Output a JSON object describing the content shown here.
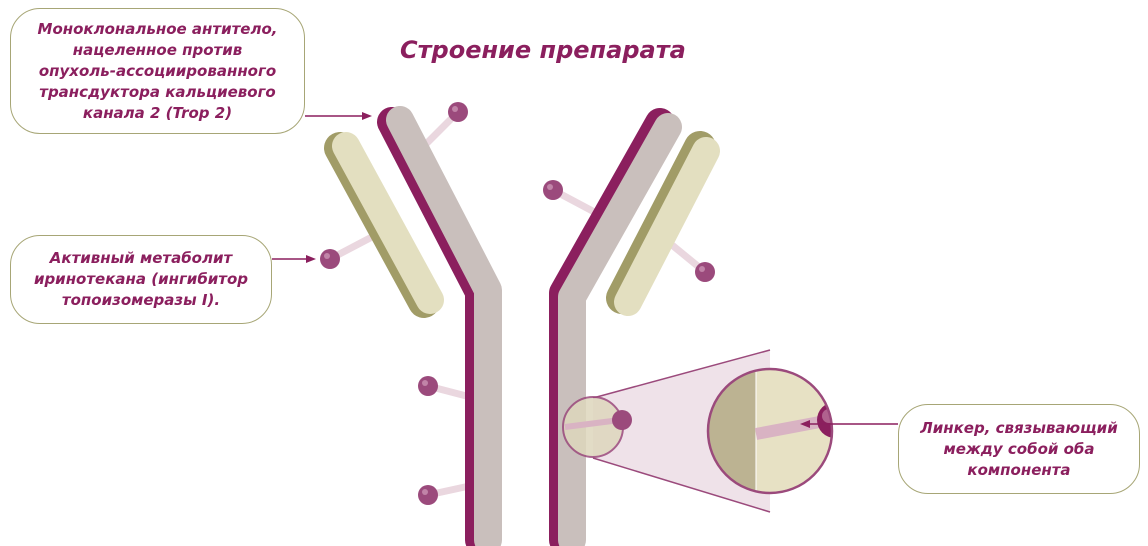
{
  "title": "Строение препарата",
  "callouts": {
    "antibody": "Моноклональное антитело,\nнацеленное против\nопухоль-ассоциированного\nтрансдуктора кальциевого\nканала 2 (Trop 2)",
    "metabolite": "Активный метаболит\nиринотекана (ингибитор\nтопоизомеразы I).",
    "linker": "Линкер, связывающий\nмежду собой оба\nкомпонента"
  },
  "colors": {
    "accent": "#8b1f5e",
    "heavy_chain": "#c9bfbc",
    "light_chain": "#e3dfc0",
    "light_chain_edge": "#a19c67",
    "payload": "#9b4a7c",
    "callout_border": "#a7a676"
  }
}
